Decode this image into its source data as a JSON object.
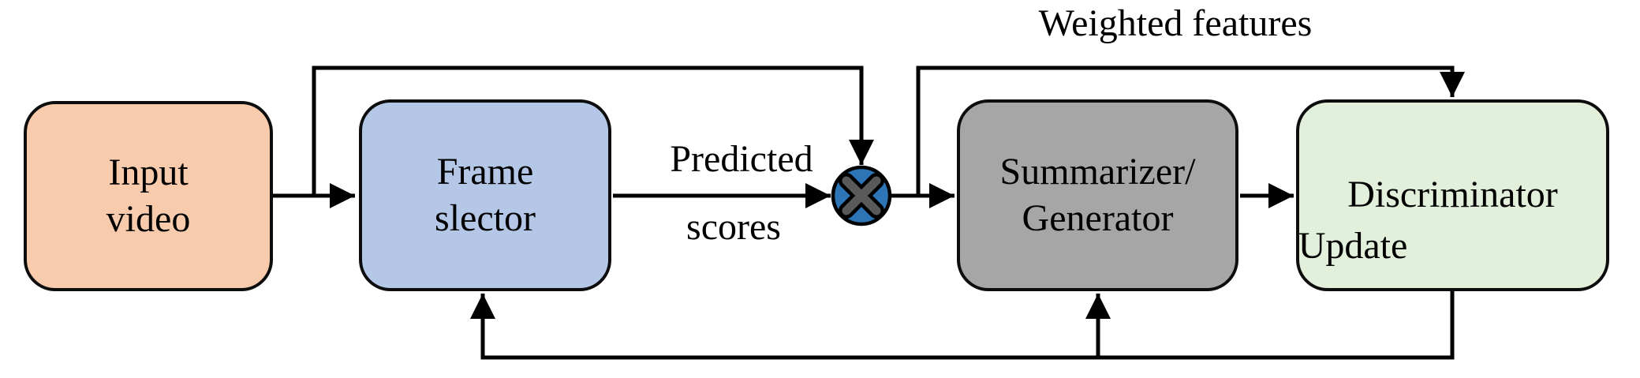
{
  "nodes": {
    "input_video": {
      "lines": [
        "Input",
        "video"
      ],
      "fill": "#F8CBAD"
    },
    "frame_selector": {
      "lines": [
        "Frame",
        "slector"
      ],
      "fill": "#B4C7E7"
    },
    "summarizer_generator": {
      "lines": [
        "Summarizer/",
        "Generator"
      ],
      "fill": "#A6A6A6"
    },
    "discriminator": {
      "lines": [
        "Discriminator"
      ],
      "fill": "#E2EFDA"
    }
  },
  "annotations": {
    "weighted_features": "Weighted features",
    "predicted_scores": {
      "lines": [
        "Predicted",
        "scores"
      ]
    },
    "update": "Update"
  },
  "operator": {
    "symbol": "multiply",
    "fill": "#2E75B6",
    "x_color": "#595959",
    "border": "#000000"
  },
  "colors": {
    "line": "#000000",
    "background": "#FFFFFF",
    "node_border": "#0D0D0D"
  }
}
